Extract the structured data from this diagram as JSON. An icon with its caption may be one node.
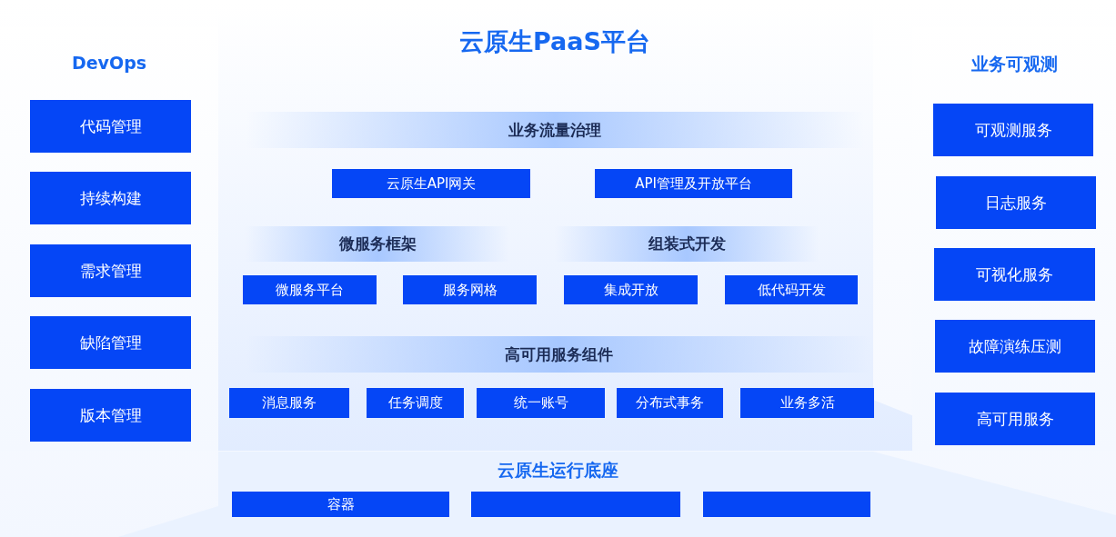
{
  "diagram": {
    "title": "云原生PaaS平台",
    "nodes": [
      {
        "text": [
          "DevOps"
        ]
      },
      {
        "text": [
          "代码管理"
        ],
        "in": 0
      },
      {
        "text": [
          "持续构建"
        ],
        "in": 0
      },
      {
        "text": [
          "需求管理"
        ],
        "in": 0
      },
      {
        "text": [
          "缺陷管理"
        ],
        "in": 0
      },
      {
        "text": [
          "版本管理"
        ],
        "in": 0
      },
      {
        "text": [
          "业务流量治理"
        ]
      },
      {
        "text": [
          "云原生API网关"
        ]
      },
      {
        "text": [
          "API管理及开放平台"
        ]
      },
      {
        "text": [
          "微服务框架"
        ]
      },
      {
        "text": [
          "组装式开发"
        ]
      },
      {
        "text": [
          "微服务平台"
        ]
      },
      {
        "text": [
          "服务网格"
        ]
      },
      {
        "text": [
          "集成开放"
        ]
      },
      {
        "text": [
          "低代码开发"
        ]
      },
      {
        "text": [
          "高可用服务组件"
        ]
      },
      {
        "text": [
          "消息服务"
        ]
      },
      {
        "text": [
          "任务调度"
        ]
      },
      {
        "text": [
          "统一账号"
        ]
      },
      {
        "text": [
          "分布式事务"
        ]
      },
      {
        "text": [
          "业务多活"
        ]
      },
      {
        "text": [
          "业务可观测"
        ]
      },
      {
        "text": [
          "可观测服务"
        ],
        "in": 21
      },
      {
        "text": [
          "日志服务"
        ],
        "in": 21
      },
      {
        "text": [
          "可视化服务"
        ],
        "in": 21
      },
      {
        "text": [
          "故障演练压测"
        ],
        "in": 21
      },
      {
        "text": [
          "高可用服务"
        ],
        "in": 21
      },
      {
        "text": [
          "云原生运行底座"
        ]
      },
      {
        "text": [
          "容器"
        ],
        "in": 27
      },
      {
        "text": [],
        "shape": "box",
        "in": 27
      },
      {
        "text": [],
        "shape": "box",
        "in": 27
      }
    ],
    "edges": []
  }
}
